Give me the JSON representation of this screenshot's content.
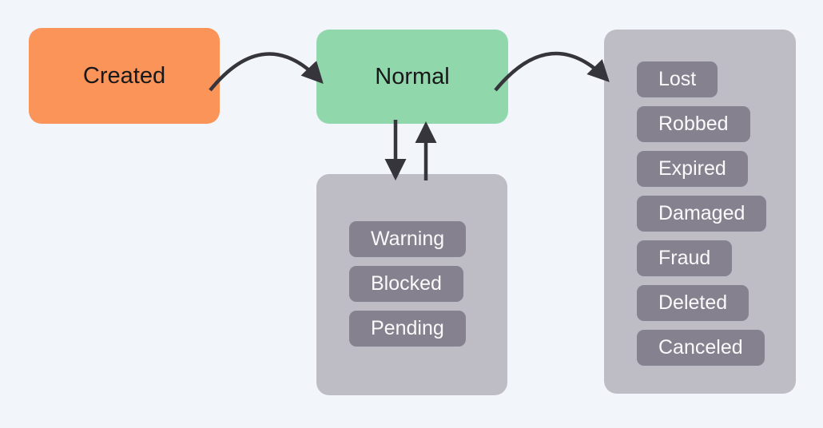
{
  "colors": {
    "background": "#F2F6FA",
    "created": "#FA9459",
    "normal": "#91D7AC",
    "group": "#BEBDC6",
    "chip": "#85818F",
    "chip_text": "#FAFAFA",
    "node_text": "#18181A",
    "arrow": "#35353B"
  },
  "nodes": {
    "created": {
      "label": "Created"
    },
    "normal": {
      "label": "Normal"
    }
  },
  "groups": {
    "suspended": {
      "items": [
        "Warning",
        "Blocked",
        "Pending"
      ]
    },
    "terminal": {
      "items": [
        "Lost",
        "Robbed",
        "Expired",
        "Damaged",
        "Fraud",
        "Deleted",
        "Canceled"
      ]
    }
  },
  "transitions": [
    {
      "from": "Created",
      "to": "Normal"
    },
    {
      "from": "Normal",
      "to": "terminal-group"
    },
    {
      "from": "Normal",
      "to": "suspended-group"
    },
    {
      "from": "suspended-group",
      "to": "Normal"
    }
  ]
}
